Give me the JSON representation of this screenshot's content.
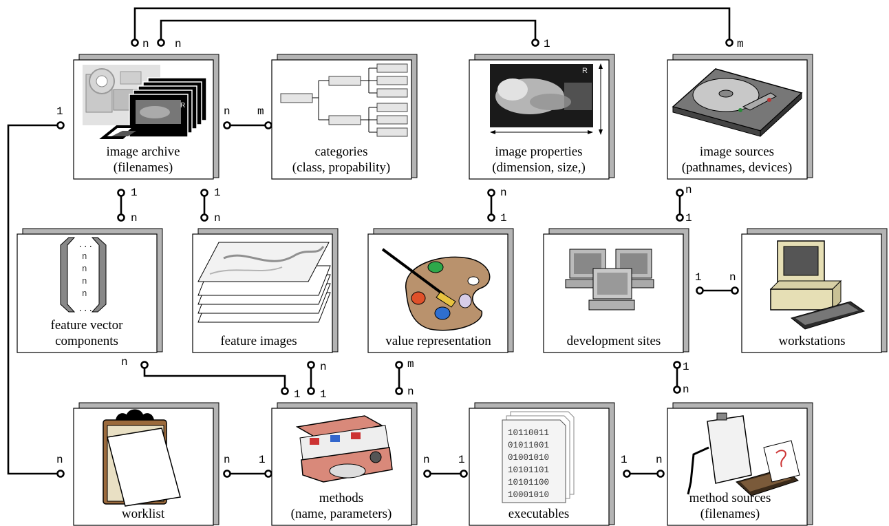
{
  "cards": {
    "image_archive": {
      "line1": "image archive",
      "line2": "(filenames)"
    },
    "categories": {
      "line1": "categories",
      "line2": "(class, propability)"
    },
    "image_properties": {
      "line1": "image properties",
      "line2": "(dimension, size,)"
    },
    "image_sources": {
      "line1": "image sources",
      "line2": "(pathnames, devices)"
    },
    "feature_vector": {
      "line1": "feature vector",
      "line2": "components"
    },
    "feature_images": {
      "line1": "feature images"
    },
    "value_representation": {
      "line1": "value representation"
    },
    "development_sites": {
      "line1": "development sites"
    },
    "workstations": {
      "line1": "workstations"
    },
    "worklist": {
      "line1": "worklist"
    },
    "methods": {
      "line1": "methods",
      "line2": "(name, parameters)"
    },
    "executables": {
      "line1": "executables"
    },
    "method_sources": {
      "line1": "method sources",
      "line2": "(filenames)"
    }
  },
  "binary_listing": [
    "10110011",
    "01011001",
    "01001010",
    "10101101",
    "10101100",
    "10001010"
  ],
  "vector_entries": [
    "n",
    "n",
    "n",
    "n"
  ],
  "vector_dots": [
    "...",
    "..."
  ],
  "xray_marker": "R",
  "cardinalities": {
    "top_archive_sources": "n",
    "top_archive_properties": "n",
    "top_properties": "1",
    "top_sources": "m",
    "archive_worklist": "1",
    "archive_categories_left": "n",
    "archive_categories_right": "m",
    "archive_vector_top": "1",
    "archive_vector_bottom": "n",
    "archive_feature_top": "1",
    "archive_feature_bottom": "n",
    "properties_value_top": "n",
    "properties_value_bottom": "1",
    "sources_dev_top": "n",
    "sources_dev_bottom": "1",
    "dev_workstations_left": "1",
    "dev_workstations_right": "n",
    "vector_methods_top": "n",
    "vector_methods_bottom": "1",
    "feature_methods_top": "n",
    "feature_methods_bottom": "1",
    "value_methods_top": "m",
    "value_methods_bottom": "n",
    "dev_methodsrc_top": "1",
    "dev_methodsrc_bottom": "n",
    "worklist_end": "n",
    "worklist_methods_left": "n",
    "worklist_methods_right": "1",
    "methods_exec_left": "n",
    "methods_exec_right": "1",
    "exec_methodsrc_left": "1",
    "exec_methodsrc_right": "n"
  },
  "colors": {
    "shadow": "#b4b4b4",
    "palette_wood": "#b9926d",
    "toolbox_red": "#d9897a",
    "clipboard_brown": "#9b6a3c",
    "monitor_beige": "#e6dfb5"
  }
}
